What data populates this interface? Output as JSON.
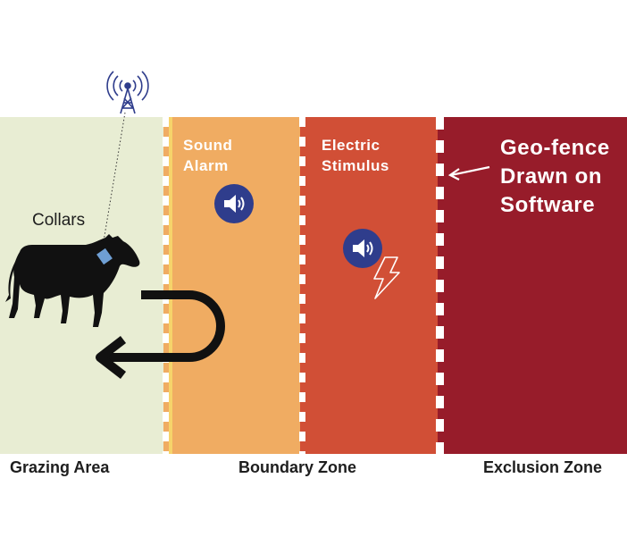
{
  "zones": {
    "sound": [
      "Sound",
      "Alarm"
    ],
    "electric": [
      "Electric",
      "Stimulus"
    ],
    "geofence": [
      "Geo-fence",
      "Drawn on",
      "Software"
    ]
  },
  "collars_label": "Collars",
  "bottom_labels": {
    "grazing": "Grazing Area",
    "boundary": "Boundary Zone",
    "exclusion": "Exclusion Zone"
  },
  "colors": {
    "grazing_area": "#e8edd3",
    "sound_zone": "#f0ac62",
    "electric_zone": "#d14f36",
    "exclusion_zone": "#971c2a",
    "speaker": "#2f3d8c",
    "collar": "#6f9fd4"
  },
  "icons": {
    "tower": "radio-tower-icon",
    "speaker": "speaker-icon",
    "lightning": "lightning-icon",
    "cow": "cow-icon",
    "return_arrow": "u-turn-arrow-icon"
  }
}
